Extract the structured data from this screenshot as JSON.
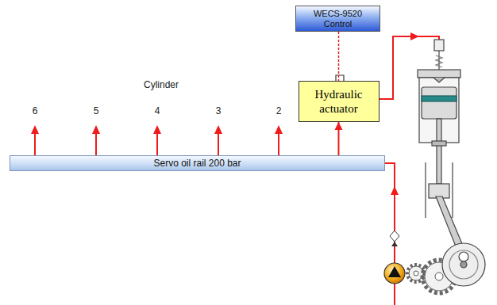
{
  "diagram": {
    "nodes": [
      {
        "text": [
          "WECS-9520 Control"
        ]
      },
      {
        "text": [
          "Hydraulic actuator"
        ]
      },
      {
        "text": [
          "Servo oil rail 200 bar"
        ]
      }
    ],
    "edges": [
      {
        "from": 0,
        "to": 1,
        "arrow": "none"
      },
      {
        "from": 2,
        "to": 1,
        "arrow": "to"
      }
    ],
    "labels": [
      "Cylinder",
      "6",
      "5",
      "4",
      "3",
      "2"
    ]
  }
}
